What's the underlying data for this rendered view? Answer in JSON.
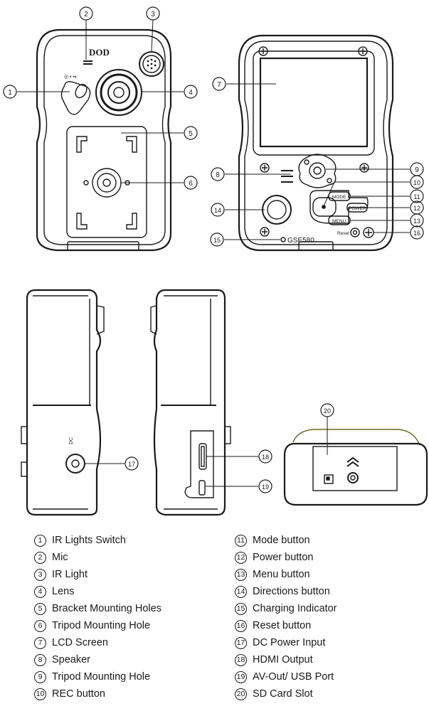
{
  "labels": {
    "brand": "DOD",
    "model": "GSE580",
    "reset": "Reset",
    "mode": "MODE",
    "power": "POWER",
    "menu": "MENU",
    "dc": "DC"
  },
  "callouts": [
    "1",
    "2",
    "3",
    "4",
    "5",
    "6",
    "7",
    "8",
    "9",
    "10",
    "11",
    "12",
    "13",
    "14",
    "15",
    "16",
    "17",
    "18",
    "19",
    "20"
  ],
  "legend": {
    "left": [
      {
        "num": "1",
        "label": "IR Lights Switch"
      },
      {
        "num": "2",
        "label": "Mic"
      },
      {
        "num": "3",
        "label": "IR Light"
      },
      {
        "num": "4",
        "label": "Lens"
      },
      {
        "num": "5",
        "label": "Bracket Mounting Holes"
      },
      {
        "num": "6",
        "label": "Tripod Mounting Hole"
      },
      {
        "num": "7",
        "label": "LCD Screen"
      },
      {
        "num": "8",
        "label": "Speaker"
      },
      {
        "num": "9",
        "label": "Tripod Mounting Hole"
      },
      {
        "num": "10",
        "label": "REC button"
      }
    ],
    "right": [
      {
        "num": "11",
        "label": "Mode button"
      },
      {
        "num": "12",
        "label": "Power button"
      },
      {
        "num": "13",
        "label": "Menu button"
      },
      {
        "num": "14",
        "label": "Directions button"
      },
      {
        "num": "15",
        "label": "Charging Indicator"
      },
      {
        "num": "16",
        "label": "Reset button"
      },
      {
        "num": "17",
        "label": "DC Power Input"
      },
      {
        "num": "18",
        "label": "HDMI Output"
      },
      {
        "num": "19",
        "label": "AV-Out/ USB Port"
      },
      {
        "num": "20",
        "label": "SD Card Slot"
      }
    ]
  }
}
